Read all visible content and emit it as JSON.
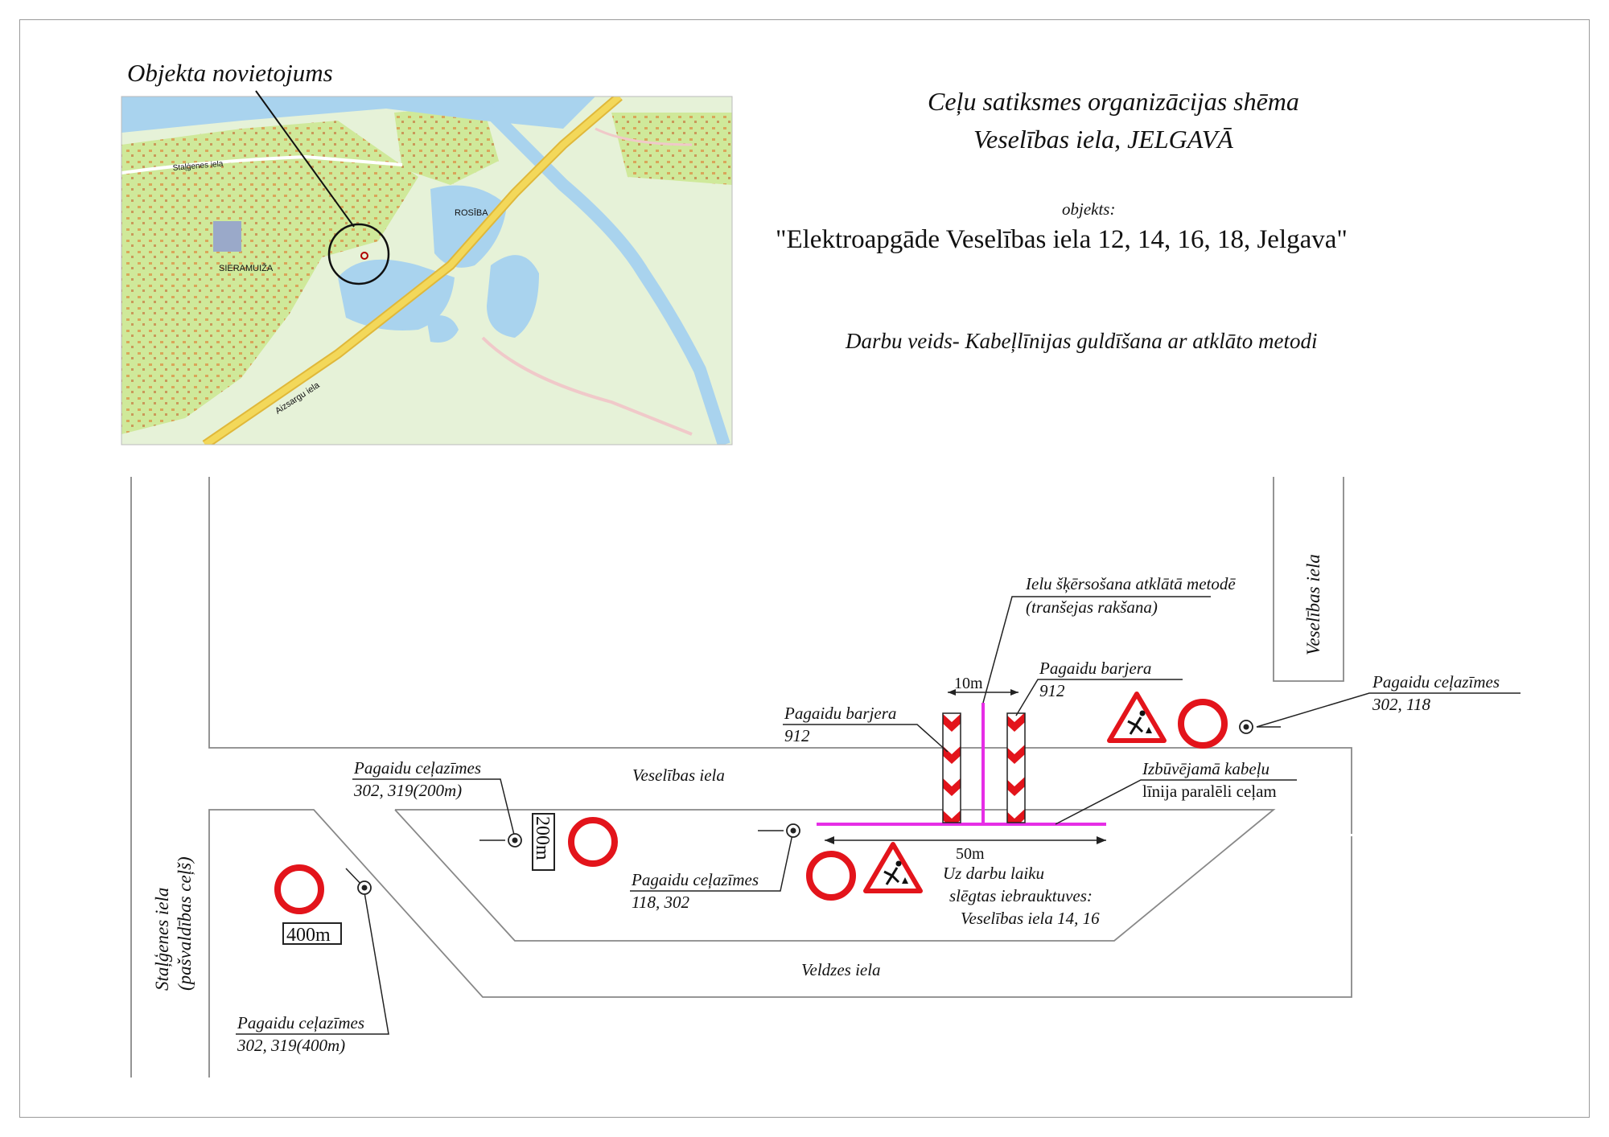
{
  "header": {
    "title_line1": "Ceļu satiksmes organizācijas  shēma",
    "title_line2": "Veselības iela, JELGAVĀ",
    "object_label": "objekts:",
    "object_name": "\"Elektroapgāde Veselības iela 12, 14, 16, 18, Jelgava\"",
    "work_type": "Darbu veids-  Kabeļlīnijas guldīšana ar atklāto metodi"
  },
  "map": {
    "caption": "Objekta novietojums",
    "place_labels": [
      "SIERAMUIŽA",
      "ROSĪBA",
      "Aizsargu iela",
      "Staļģenes iela"
    ],
    "colors": {
      "land": "#cfe99a",
      "forest": "#e6f2d8",
      "water": "#a9d3ee",
      "road": "#f3d85a",
      "buildings": "#e8b86a"
    }
  },
  "streets": {
    "veselibas_main": "Veselības iela",
    "veselibas_side": "Veselības iela",
    "veldzes": "Veldzes iela",
    "stalgenes_line1": "Staļģenes iela",
    "stalgenes_line2": "(pašvaldības ceļš)"
  },
  "annotations": {
    "crossing_line1": "Ielu šķērsošana atklātā metodē",
    "crossing_line2": "(tranšejas rakšana)",
    "barrier_right_title": "Pagaidu barjera",
    "barrier_right_code": "912",
    "barrier_left_title": "Pagaidu barjera",
    "barrier_left_code": "912",
    "width_10m": "10m",
    "signs_right_title": "Pagaidu ceļazīmes",
    "signs_right_codes": "302, 118",
    "cable_line1": "Izbūvējamā kabeļu",
    "cable_line2": "līnija paralēli ceļam",
    "length_50m": "50m",
    "signs_200_title": "Pagaidu ceļazīmes",
    "signs_200_codes": "302, 319(200m)",
    "plate_200": "200m",
    "signs_mid_title": "Pagaidu ceļazīmes",
    "signs_mid_codes": "118, 302",
    "closed_line1": "Uz darbu laiku",
    "closed_line2": "slēgtas iebrauktuves:",
    "closed_line3": "Veselības iela 14, 16",
    "plate_400": "400m",
    "signs_400_title": "Pagaidu ceļazīmes",
    "signs_400_codes": "302, 319(400m)"
  },
  "colors": {
    "sign_red": "#e3141b",
    "cable": "#e62ee6",
    "line": "#222222"
  }
}
